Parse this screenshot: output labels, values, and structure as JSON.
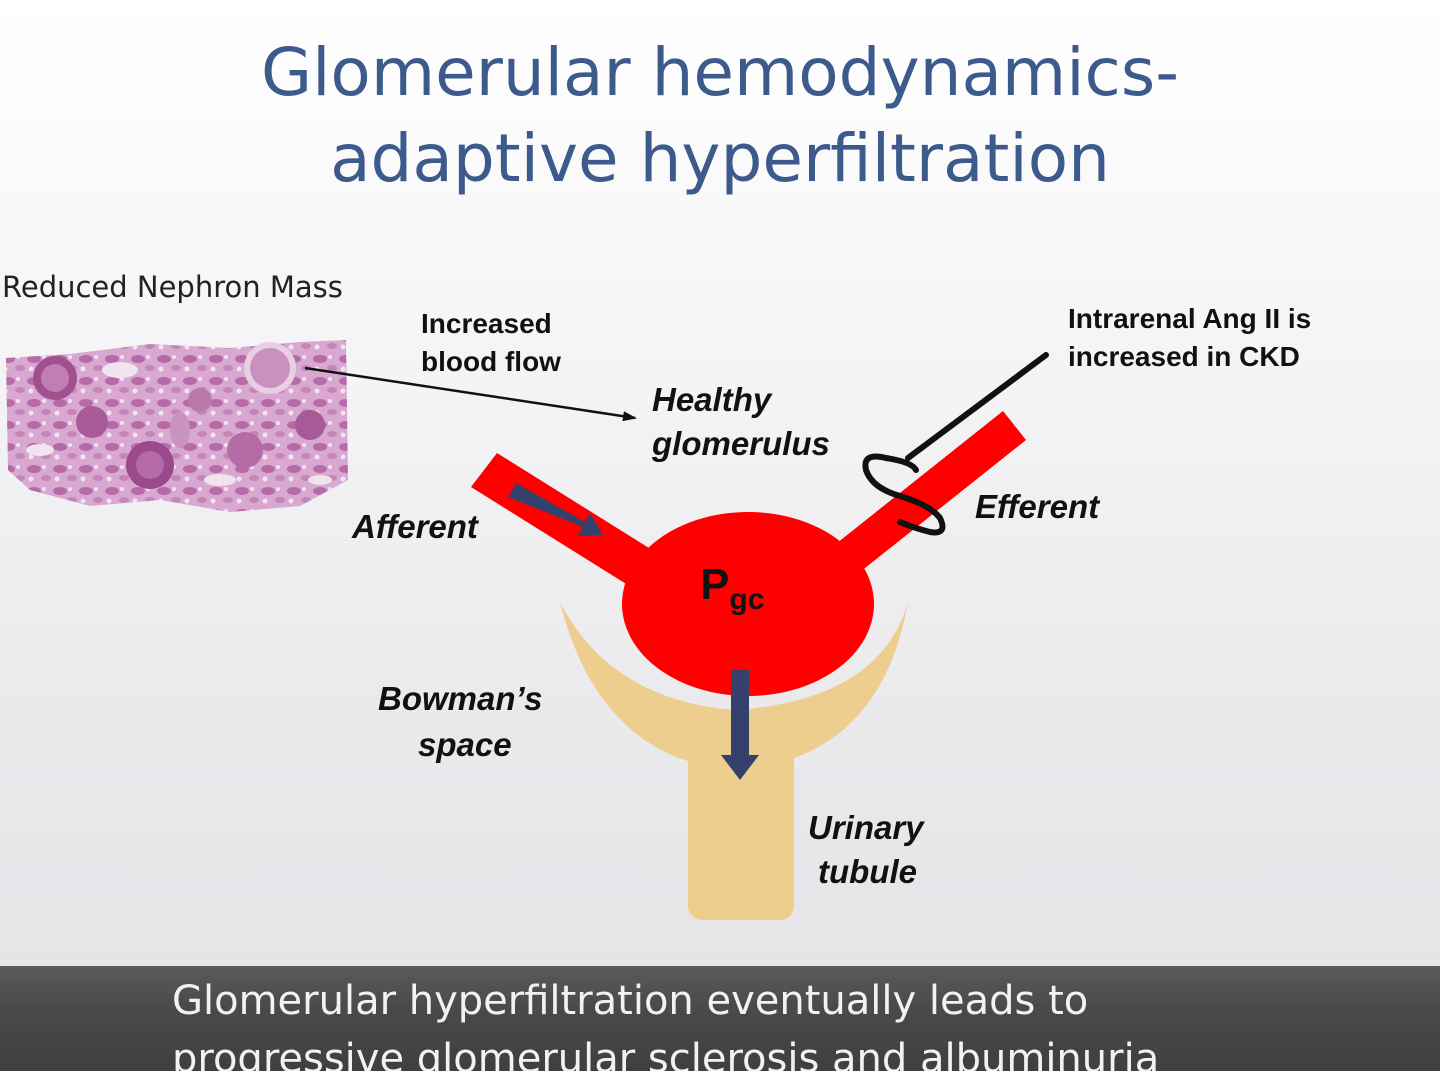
{
  "title": {
    "line1": "Glomerular hemodynamics-",
    "line2": "adaptive hyperfiltration"
  },
  "labels": {
    "reduced_nephron_mass": "Reduced Nephron Mass",
    "increased_blood_flow_1": "Increased",
    "increased_blood_flow_2": "blood flow",
    "ang_ii_1": "Intrarenal Ang II is",
    "ang_ii_2": "increased in CKD",
    "healthy_glomerulus_1": "Healthy",
    "healthy_glomerulus_2": "glomerulus",
    "afferent": "Afferent",
    "efferent": "Efferent",
    "pgc_main": "P",
    "pgc_sub": "gc",
    "bowmans_1": "Bowman’s",
    "bowmans_2": "space",
    "urinary_1": "Urinary",
    "urinary_2": "tubule"
  },
  "footer": {
    "line1": "Glomerular hyperfiltration eventually leads to",
    "line2": "progressive glomerular sclerosis and albuminuria"
  },
  "colors": {
    "title": "#3d5a8c",
    "vessel": "#ff0000",
    "capsule": "#edce8e",
    "arrow": "#34416a"
  }
}
